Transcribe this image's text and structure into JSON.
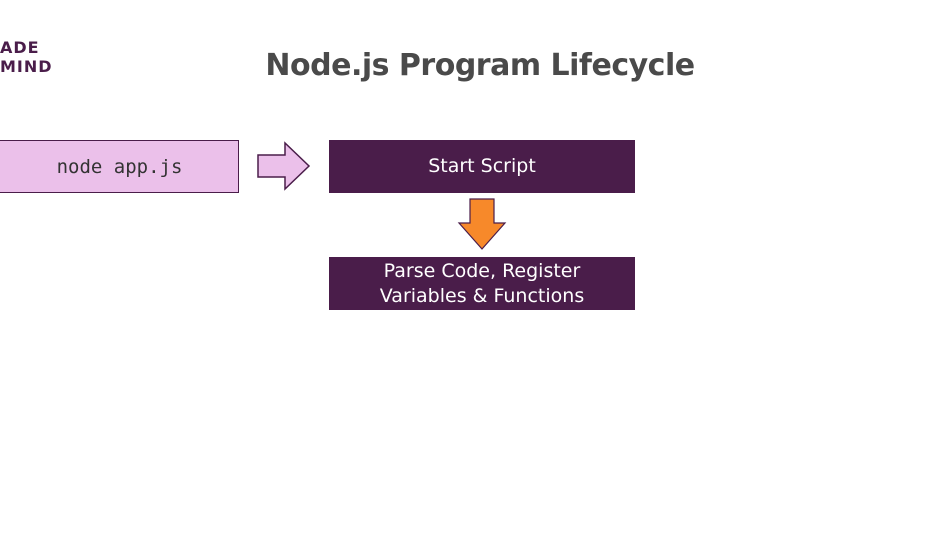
{
  "logo": {
    "line1": "ADE",
    "line2": "MIND"
  },
  "title": "Node.js Program Lifecycle",
  "nodes": {
    "command": "node app.js",
    "start": "Start Script",
    "parse_line1": "Parse Code, Register",
    "parse_line2": "Variables & Functions"
  },
  "colors": {
    "brand": "#4a1d4a",
    "command_fill": "#ebc0ea",
    "arrow_down": "#f7892a",
    "title_text": "#4a4a4a"
  }
}
